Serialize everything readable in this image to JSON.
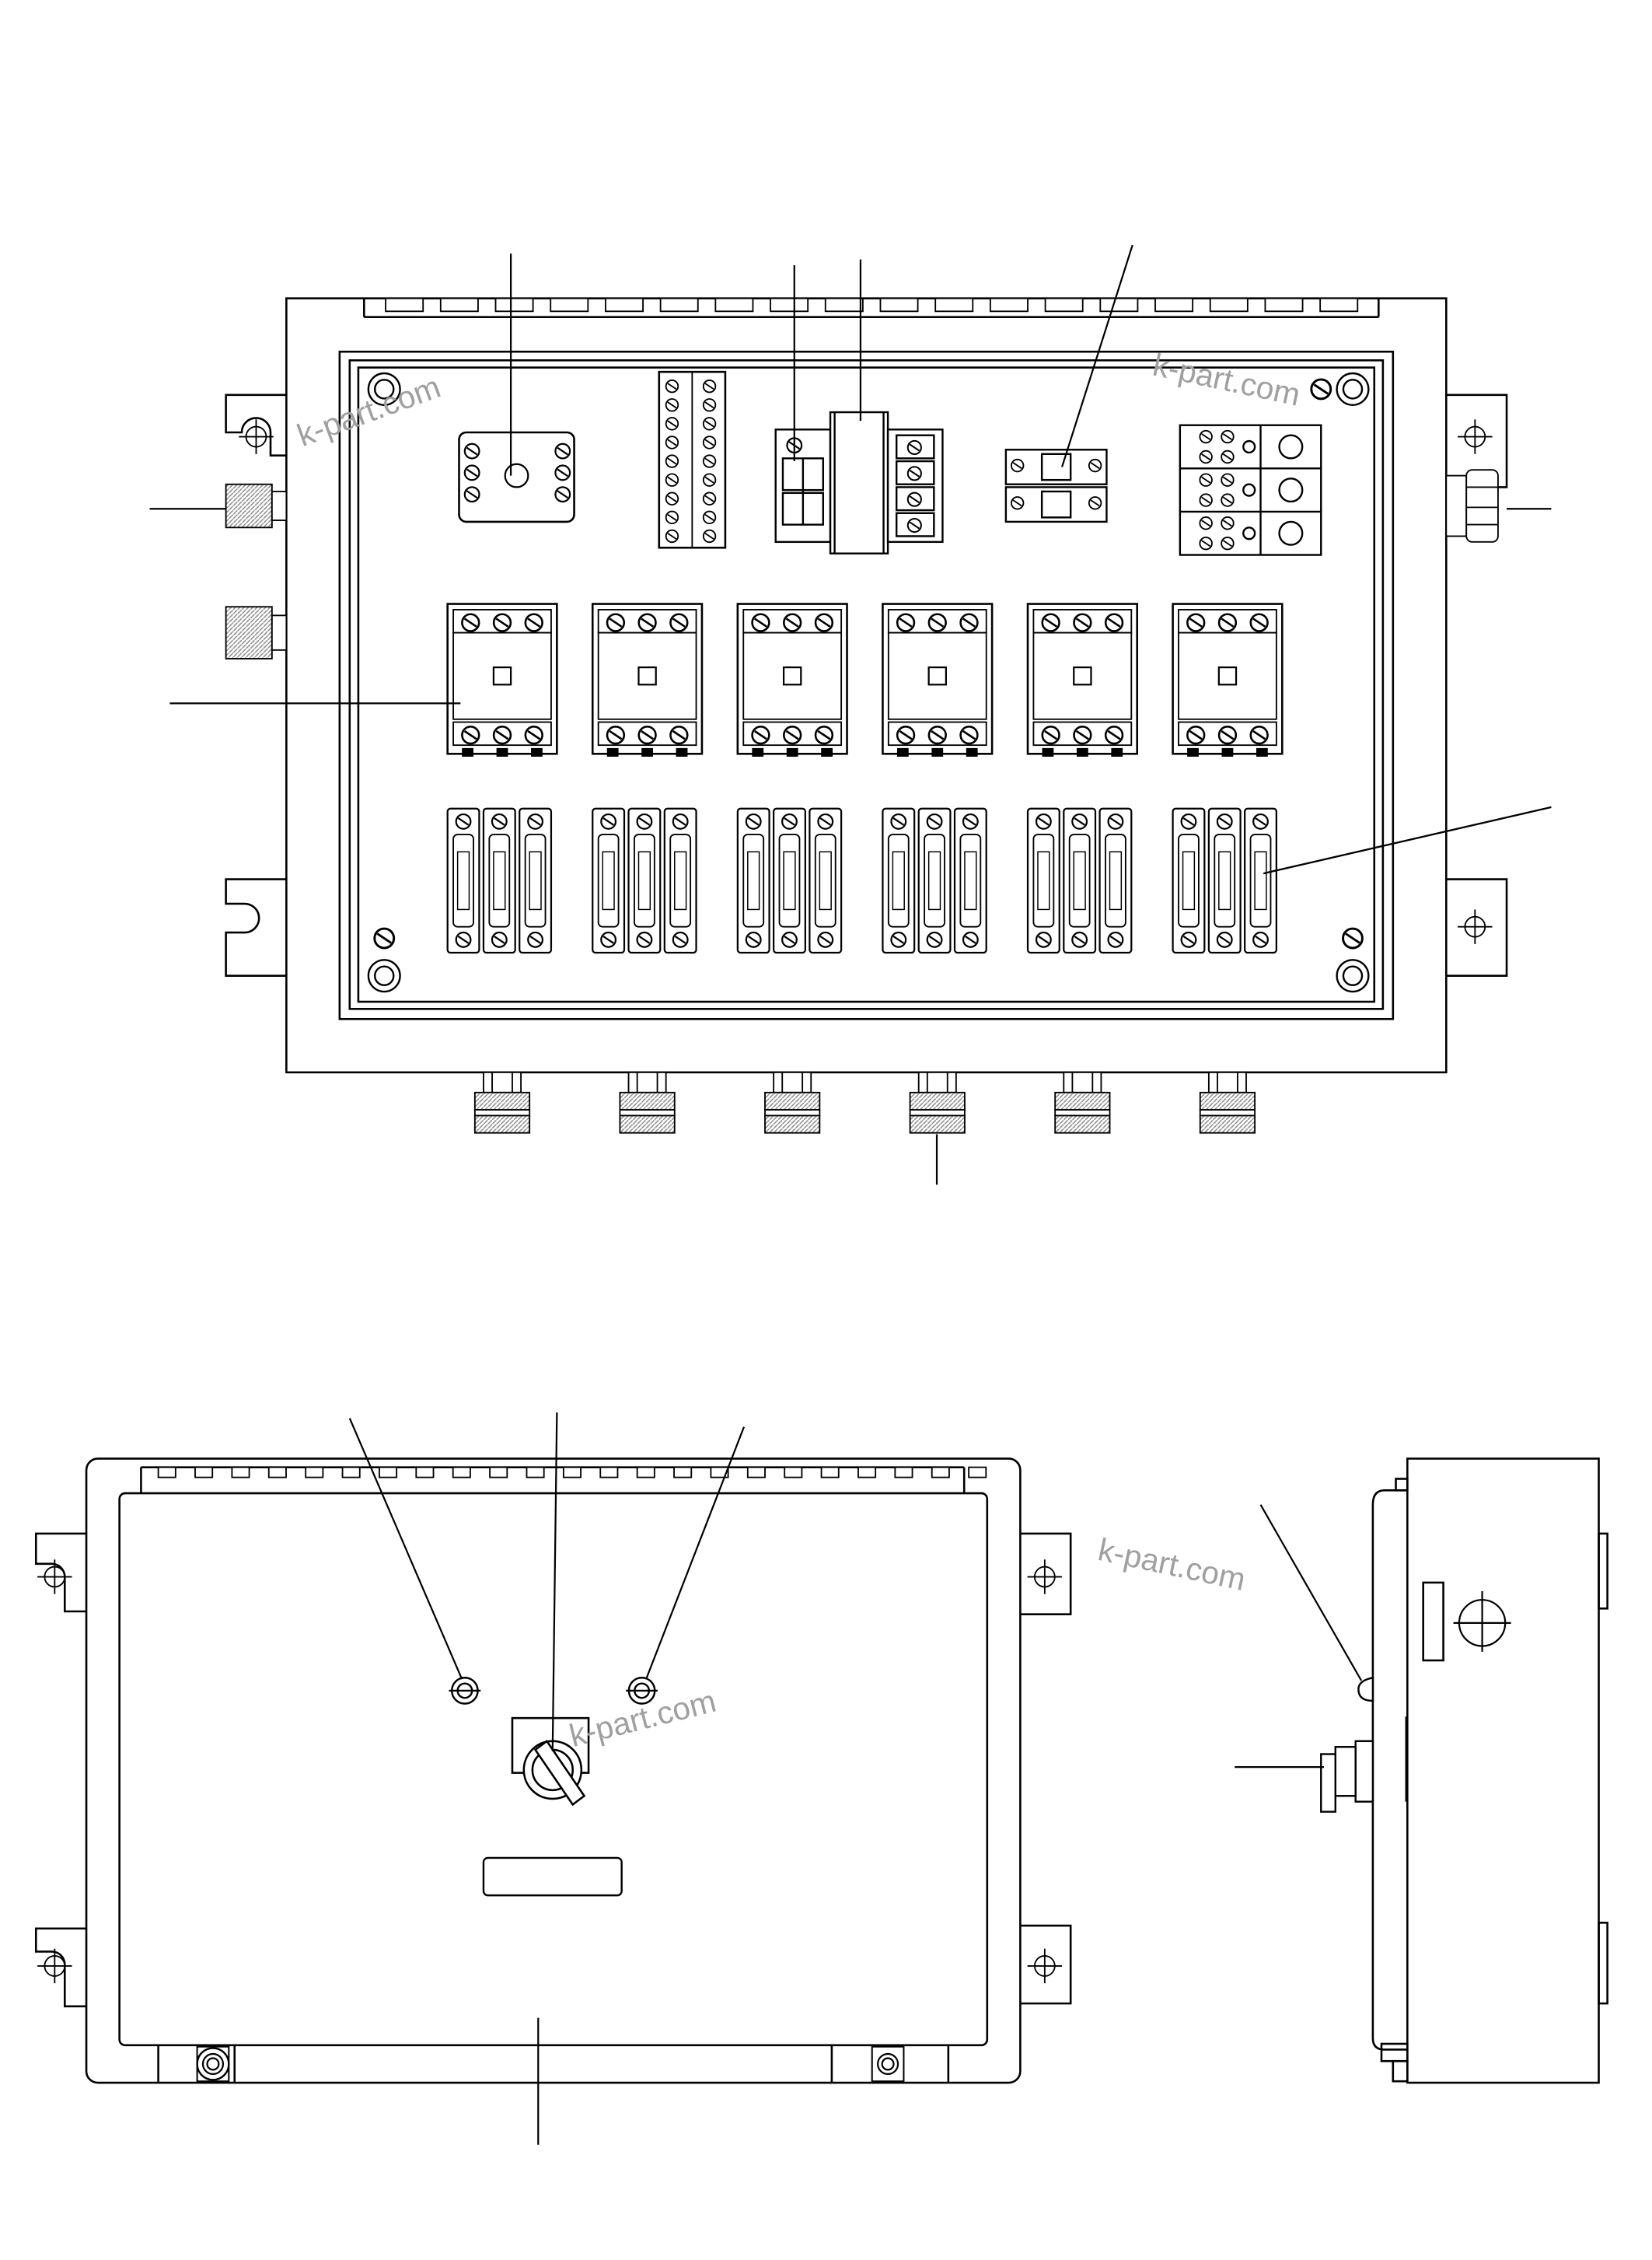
{
  "watermark": "k-part.com",
  "colors": {
    "line": "#000000",
    "paper": "#ffffff",
    "watermark": "#a0a0a0",
    "hatch": "#8a8a8a"
  },
  "components": {
    "contactor_count": 6,
    "fuse_holder_count": 6,
    "bottom_gland_count": 6,
    "top_vent_count": 18
  }
}
